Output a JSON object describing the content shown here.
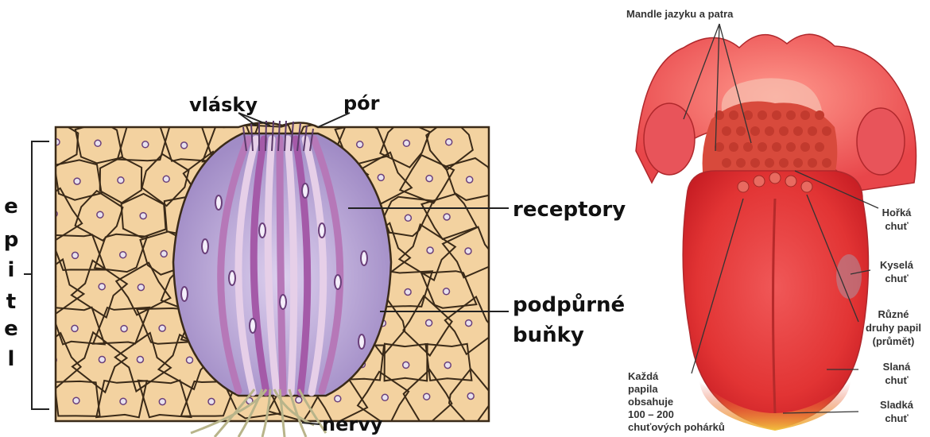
{
  "taste_bud": {
    "epitel_letters": [
      "e",
      "p",
      "i",
      "t",
      "e",
      "l"
    ],
    "label_hairs": "vlásky",
    "label_pore": "pór",
    "label_receptors": "receptory",
    "label_support_line1": "podpůrné",
    "label_support_line2": "buňky",
    "label_nerves": "nervy"
  },
  "tongue": {
    "label_tonsils": "Mandle jazyku a patra",
    "label_bitter": [
      "Hořká",
      "chuť"
    ],
    "label_sour": [
      "Kyselá",
      "chuť"
    ],
    "label_papillae": [
      "Různé",
      "druhy papil",
      "(průmět)"
    ],
    "label_salty": [
      "Slaná",
      "chuť"
    ],
    "label_sweet": [
      "Sladká",
      "chuť"
    ],
    "label_each": [
      "Každá",
      "papila",
      "obsahuje",
      "100 – 200",
      "chuťových pohárků"
    ]
  },
  "colors": {
    "cell_fill": "#f3d2a0",
    "cell_stroke": "#3a2a18",
    "bud_fill": "#c2aed8",
    "bud_stripe": "#b678b8",
    "tongue_red": "#e23a3a",
    "tongue_tip": "#f2c040"
  }
}
